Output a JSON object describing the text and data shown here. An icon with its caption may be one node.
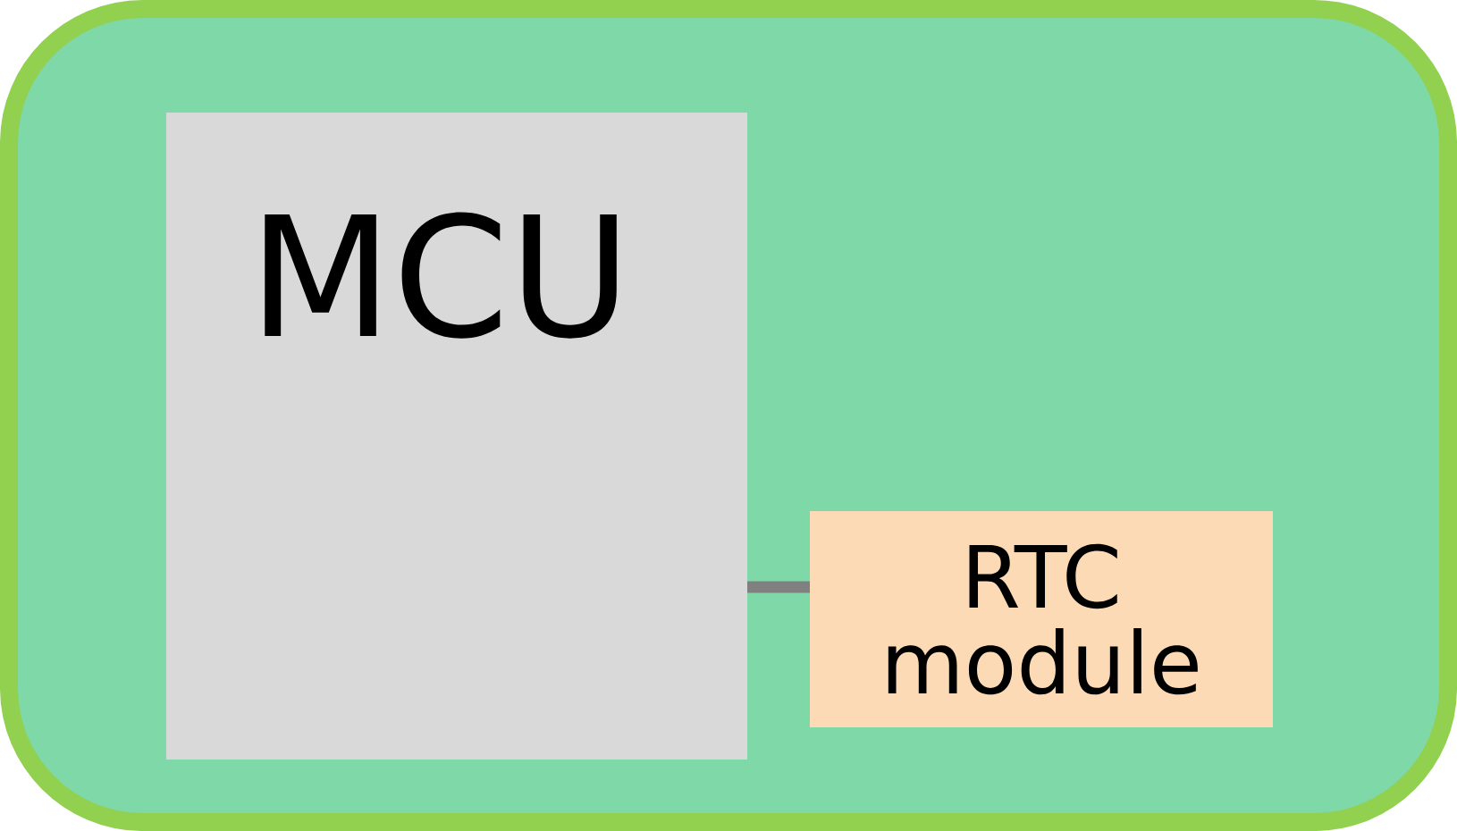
{
  "diagram": {
    "nodes": [
      {
        "text": [],
        "shape": "box"
      },
      {
        "text": [
          "MCU"
        ],
        "in": 0
      },
      {
        "text": [
          "RTC module"
        ],
        "in": 0
      }
    ],
    "edges": [
      {
        "from": 1,
        "to": 2,
        "arrow": "none"
      }
    ]
  }
}
